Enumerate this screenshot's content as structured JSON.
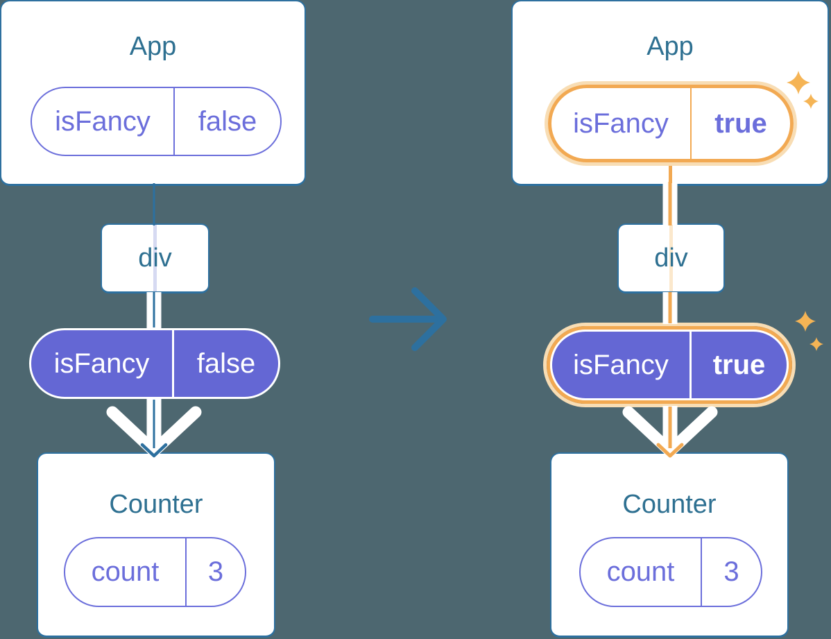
{
  "colors": {
    "bg": "#4d6770",
    "line-blue": "#2d709f",
    "text-teal": "#2e7091",
    "purple": "#6b6edb",
    "purple-fill": "#6467d4",
    "orange": "#f2a952",
    "orange-light": "#f8ddb4",
    "cream-line": "#fbe8cc",
    "peri-line": "#d6daf2",
    "sparkle": "#f5b455",
    "card-bg": "#ffffff"
  },
  "icons": {
    "transition_arrow_icon": "→",
    "sparkle_icon": "✦"
  },
  "before": {
    "app": {
      "title": "App",
      "prop_name": "isFancy",
      "prop_value": "false"
    },
    "div": {
      "label": "div"
    },
    "passed_prop": {
      "name": "isFancy",
      "value": "false"
    },
    "counter": {
      "title": "Counter",
      "state_name": "count",
      "state_value": "3"
    }
  },
  "after": {
    "app": {
      "title": "App",
      "prop_name": "isFancy",
      "prop_value": "true"
    },
    "div": {
      "label": "div"
    },
    "passed_prop": {
      "name": "isFancy",
      "value": "true"
    },
    "counter": {
      "title": "Counter",
      "state_name": "count",
      "state_value": "3"
    }
  }
}
